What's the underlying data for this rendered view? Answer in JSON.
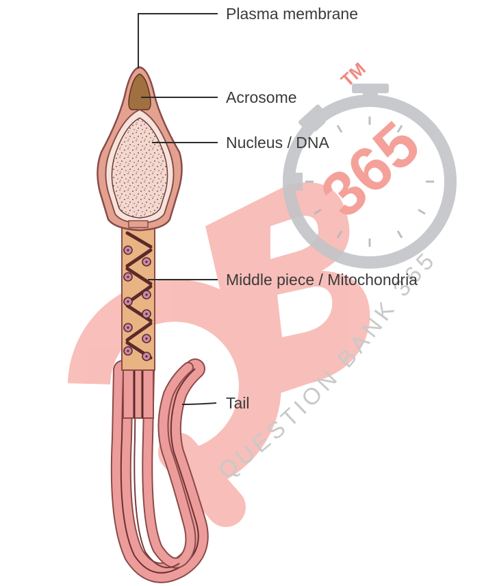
{
  "labels": {
    "plasma_membrane": "Plasma membrane",
    "acrosome": "Acrosome",
    "nucleus": "Nucleus / DNA",
    "middle_piece": "Middle piece / Mitochondria",
    "tail": "Tail"
  },
  "watermark": {
    "brand_text": "QUESTION BANK 365",
    "tm": "TM",
    "number": "365",
    "brand_color": "#f6a6a0",
    "stopwatch_color": "#c2c4c8"
  },
  "colors": {
    "membrane": "#e3a28f",
    "acrosome": "#a07040",
    "nucleus": "#f4d8cf",
    "midpiece": "#e9b483",
    "tail": "#ec9c9a"
  }
}
